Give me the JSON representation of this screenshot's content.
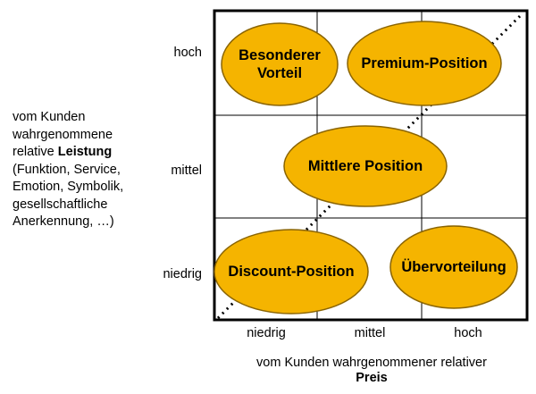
{
  "y_axis": {
    "label_lines": [
      {
        "text": "vom Kunden",
        "bold": ""
      },
      {
        "text": "wahrgenommene",
        "bold": ""
      },
      {
        "text": "relative ",
        "bold": "Leistung"
      },
      {
        "text": "(Funktion, Service,",
        "bold": ""
      },
      {
        "text": "Emotion, Symbolik,",
        "bold": ""
      },
      {
        "text": "gesellschaftliche",
        "bold": ""
      },
      {
        "text": "Anerkennung, …)",
        "bold": ""
      }
    ],
    "ticks": [
      "hoch",
      "mittel",
      "niedrig"
    ]
  },
  "x_axis": {
    "label_line1": "vom Kunden wahrgenommener relativer",
    "label_line2": "Preis",
    "ticks": [
      "niedrig",
      "mittel",
      "hoch"
    ]
  },
  "positions": [
    {
      "id": "besonderer-vorteil",
      "lines": [
        "Besonderer",
        "Vorteil"
      ]
    },
    {
      "id": "premium-position",
      "lines": [
        "Premium-Position"
      ]
    },
    {
      "id": "mittlere-position",
      "lines": [
        "Mittlere Position"
      ]
    },
    {
      "id": "discount-position",
      "lines": [
        "Discount-Position"
      ]
    },
    {
      "id": "uebervorteilung",
      "lines": [
        "Übervorteilung"
      ]
    }
  ],
  "colors": {
    "ellipse_fill": "#F5B400",
    "ellipse_stroke": "#8A6400",
    "grid": "#000000"
  }
}
